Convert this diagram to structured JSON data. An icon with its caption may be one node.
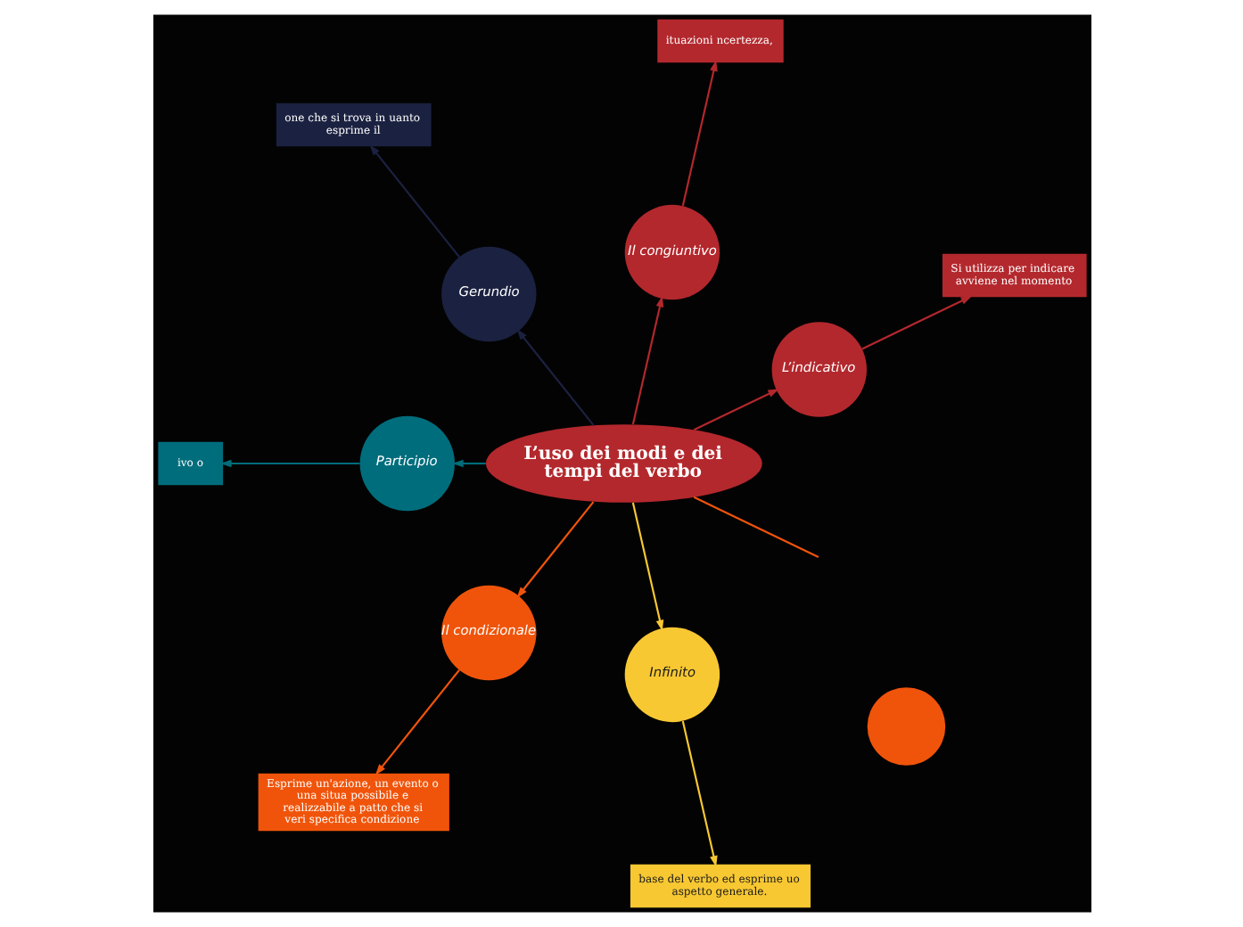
{
  "diagram": {
    "nodes": [
      {
        "text": [
          "L’uso dei modi e dei tempi del verbo"
        ]
      },
      {
        "text": [],
        "shape": "circle"
      },
      {
        "text": [
          "L’indicativo"
        ]
      },
      {
        "text": [
          "Si utilizza per indicare avviene nel momento"
        ]
      },
      {
        "text": [
          "ituazioni ncertezza,"
        ]
      },
      {
        "text": [
          "Il congiuntivo"
        ]
      },
      {
        "text": [
          "one che si trova in uanto esprime il"
        ]
      },
      {
        "text": [
          "Gerundio"
        ]
      },
      {
        "text": [
          "ivo o"
        ]
      },
      {
        "text": [
          "Participio"
        ]
      },
      {
        "text": [
          "Il condizionale"
        ]
      },
      {
        "text": [
          "Esprime un'azione, un evento o una situa possibile e realizzabile a patto che si veri specifica condizione"
        ]
      },
      {
        "text": [
          "base del verbo ed esprime uo aspetto generale."
        ]
      },
      {
        "text": [
          "Infinito"
        ]
      }
    ],
    "edges": [
      {
        "from": 0,
        "to": null,
        "arrow": "none",
        "color": "#f0540a"
      },
      {
        "from": 0,
        "to": 2,
        "arrow": "to"
      },
      {
        "from": 2,
        "to": 3,
        "arrow": "to"
      },
      {
        "from": 0,
        "to": 5,
        "arrow": "to"
      },
      {
        "from": 5,
        "to": 4,
        "arrow": "to"
      },
      {
        "from": 0,
        "to": 7,
        "arrow": "to",
        "color": "#1b2140"
      },
      {
        "from": 7,
        "to": 6,
        "arrow": "to",
        "color": "#1b2140"
      },
      {
        "from": 0,
        "to": 9,
        "arrow": "to",
        "color": "#006d7c"
      },
      {
        "from": 9,
        "to": 8,
        "arrow": "to",
        "color": "#006d7c"
      },
      {
        "from": 0,
        "to": 10,
        "arrow": "to",
        "color": "#f0540a"
      },
      {
        "from": 10,
        "to": 11,
        "arrow": "to",
        "color": "#f0540a"
      },
      {
        "from": 0,
        "to": 13,
        "arrow": "to",
        "color": "#f8c832"
      },
      {
        "from": 13,
        "to": 12,
        "arrow": "to",
        "color": "#f8c832"
      }
    ]
  }
}
